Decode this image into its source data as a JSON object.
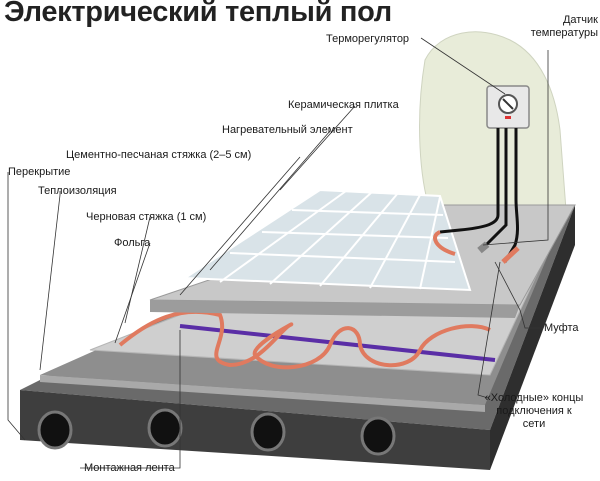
{
  "title": "Электрический теплый пол",
  "labels": {
    "thermostat": "Терморегулятор",
    "sensor": "Датчик температуры",
    "tile": "Керамическая плитка",
    "heating_element": "Нагревательный элемент",
    "screed": "Цементно-песчаная стяжка (2–5 см)",
    "slab": "Перекрытие",
    "insulation": "Теплоизоляция",
    "rough_screed": "Черновая стяжка (1 см)",
    "foil": "Фольга",
    "coupling": "Муфта",
    "cold_ends": "«Холодные» концы подключения к сети",
    "mounting_tape": "Монтажная лента"
  },
  "colors": {
    "cable": "#e07a5f",
    "tape": "#5a2ea6",
    "tile": "#d9e3e8",
    "slab": "#4a4a4a"
  }
}
